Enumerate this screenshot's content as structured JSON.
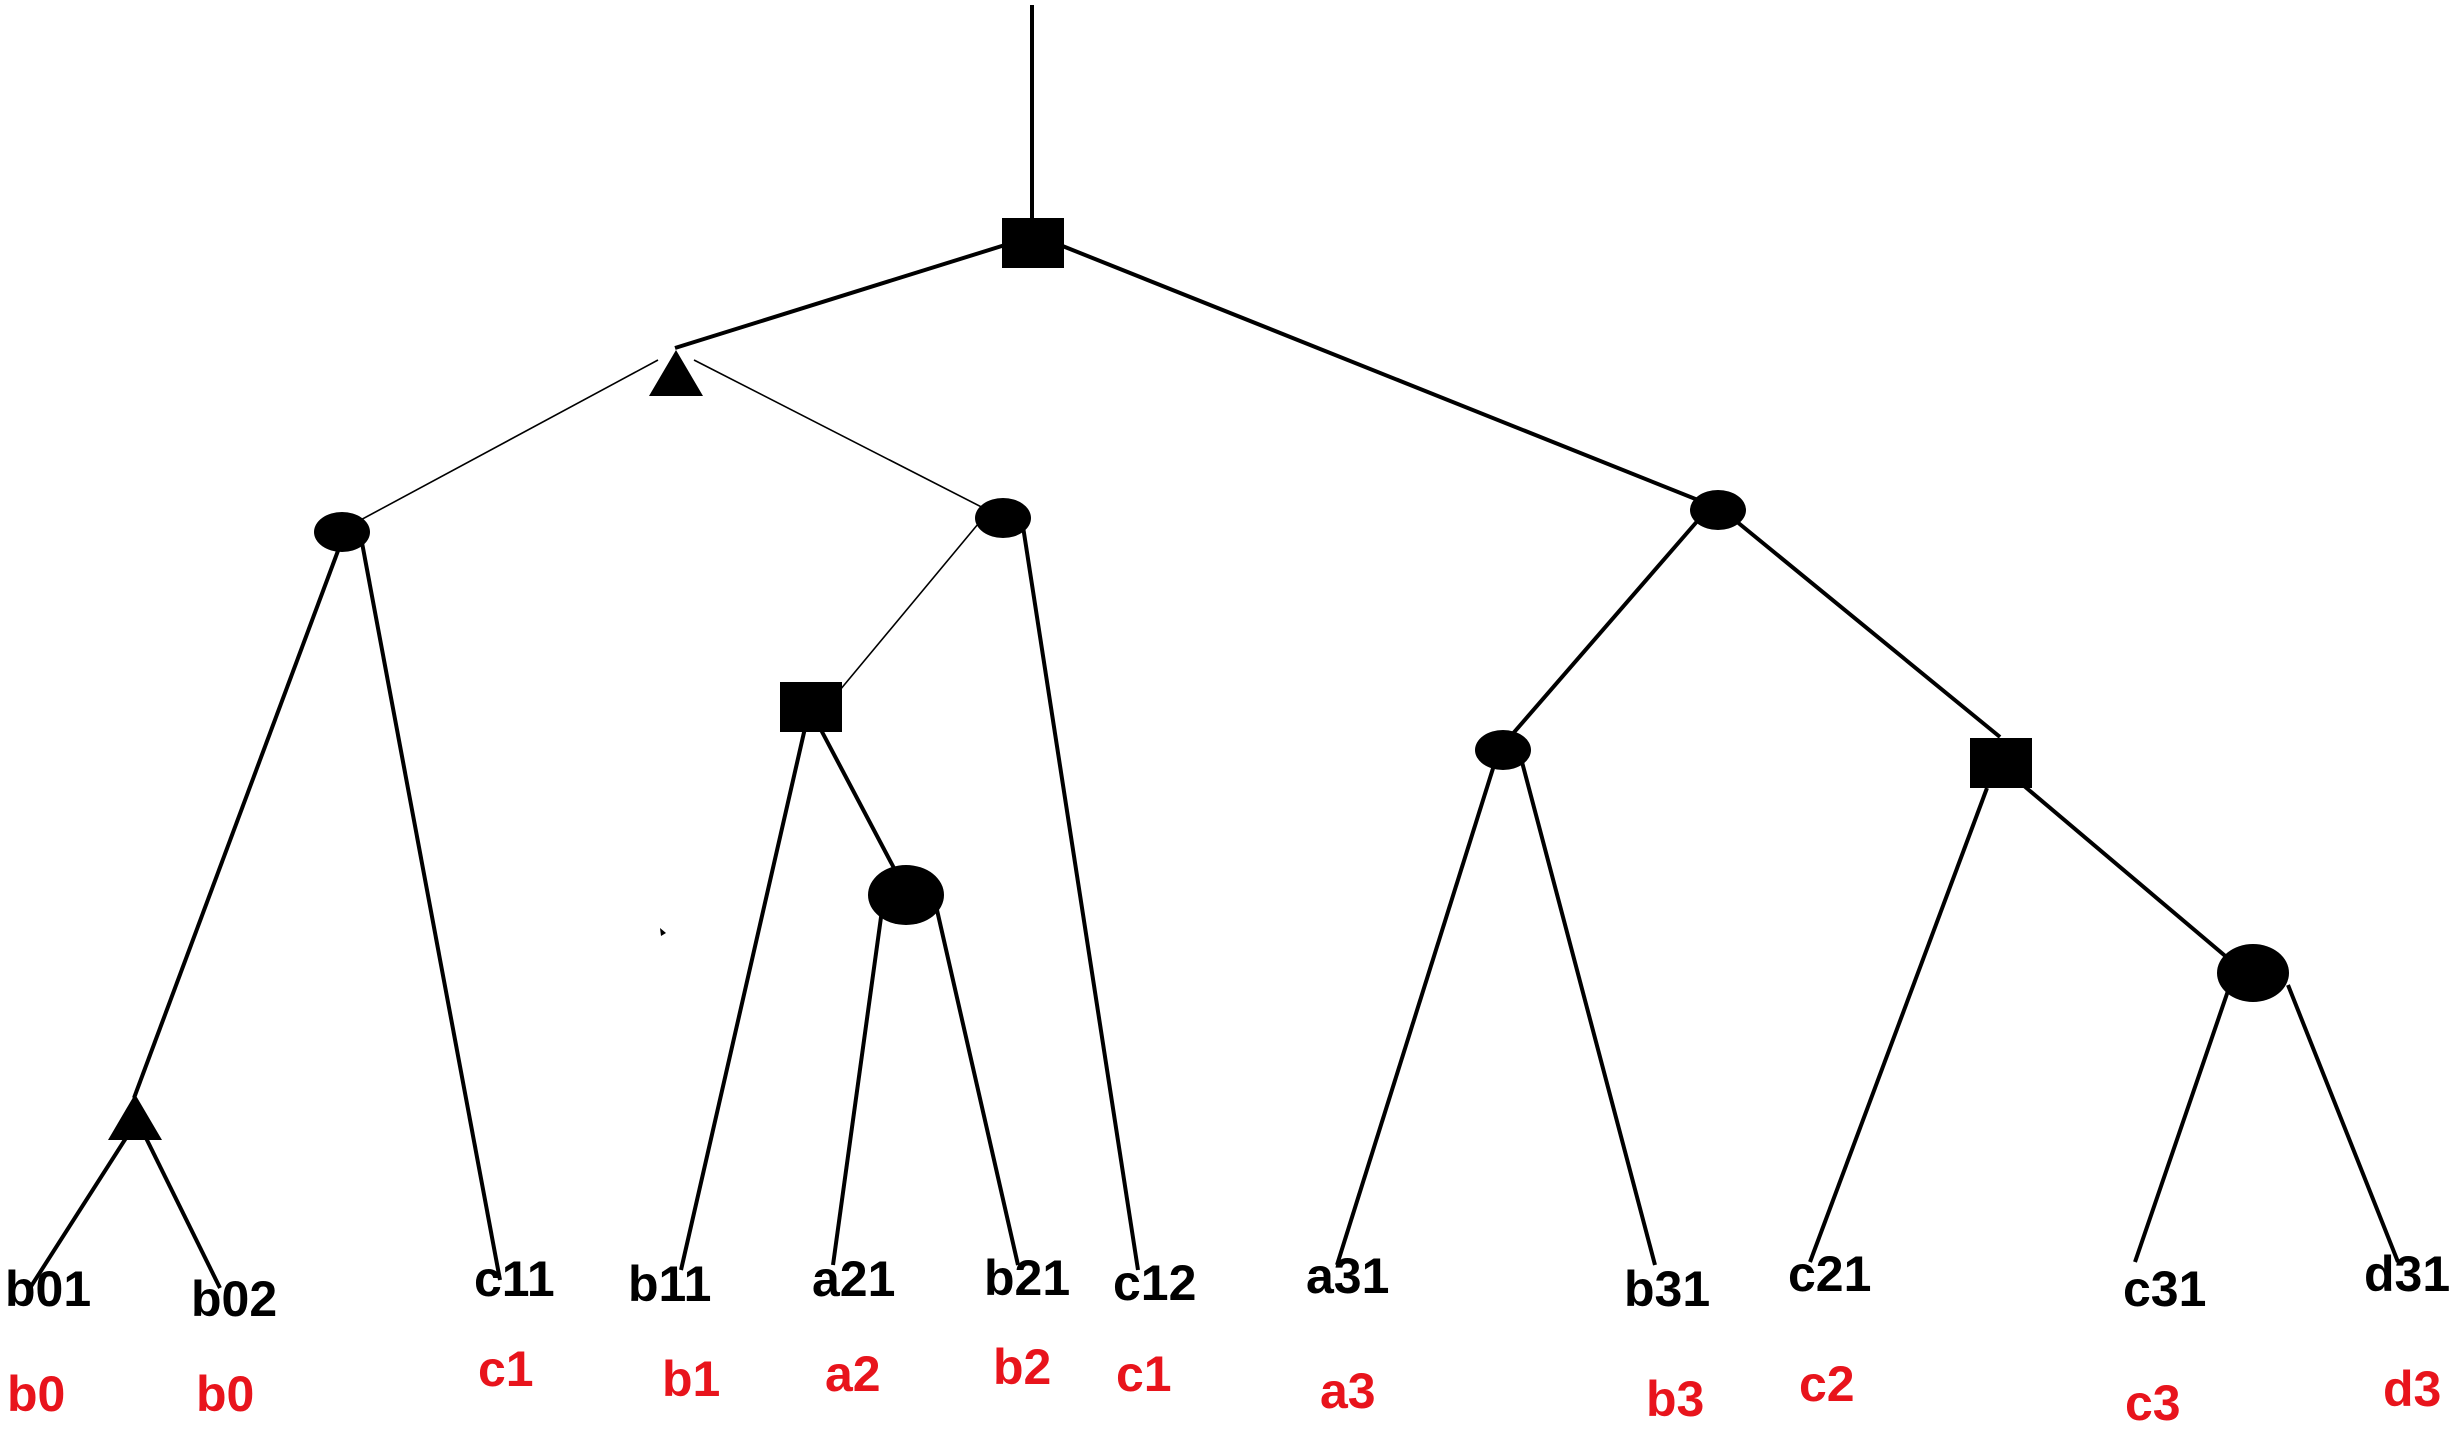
{
  "colors": {
    "lines": "#000000",
    "nodes": "#000000",
    "leaf_name": "#000000",
    "leaf_group": "#e8141c"
  },
  "leaves": [
    {
      "name": "b01",
      "group": "b0"
    },
    {
      "name": "b02",
      "group": "b0"
    },
    {
      "name": "c11",
      "group": "c1"
    },
    {
      "name": "b11",
      "group": "b1"
    },
    {
      "name": "a21",
      "group": "a2"
    },
    {
      "name": "b21",
      "group": "b2"
    },
    {
      "name": "c12",
      "group": "c1"
    },
    {
      "name": "a31",
      "group": "a3"
    },
    {
      "name": "b31",
      "group": "b3"
    },
    {
      "name": "c21",
      "group": "c2"
    },
    {
      "name": "c31",
      "group": "c3"
    },
    {
      "name": "d31",
      "group": "d3"
    }
  ]
}
